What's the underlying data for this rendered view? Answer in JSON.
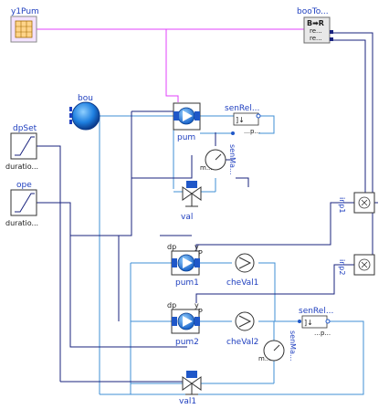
{
  "labels": {
    "y1Pum": "y1Pum",
    "booTo": "booTo...",
    "booTo_re1": "re...",
    "booTo_re2": "re...",
    "booTo_icon": "B➡R",
    "bou": "bou",
    "dpSet": "dpSet",
    "dpSet_sub": "duratio...",
    "ope": "ope",
    "ope_sub": "duratio...",
    "pum": "pum",
    "senRel_top": "senRel...",
    "senRel_top_sub": "…p...",
    "senMa_top": "senMa...",
    "senMa_top_sub": "m...",
    "val": "val",
    "inp1": "inp1",
    "inp2": "inp2",
    "pum1": "pum1",
    "cheVal1": "cheVal1",
    "pum2": "pum2",
    "cheVal2": "cheVal2",
    "senRel_bot": "senRel...",
    "senRel_bot_sub": "…p...",
    "senMa_bot": "senMa...",
    "senMa_bot_sub": "m...",
    "val1": "val1",
    "dp1": "dp",
    "dp2": "dp",
    "y1": "y",
    "y2": "y",
    "P1": "P",
    "P2": "P"
  },
  "colors": {
    "fluid": "#3f8fd6",
    "real_signal": "#1a237e",
    "bool_signal": "#e040fb",
    "component_blue": "#1f57c8"
  }
}
